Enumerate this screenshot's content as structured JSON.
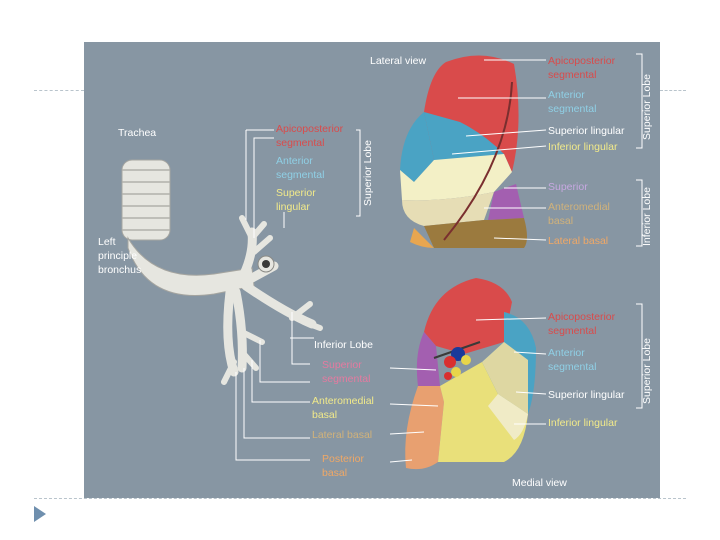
{
  "labels": {
    "trachea": "Trachea",
    "left_bronchus": [
      "Left",
      "principle",
      "bronchus"
    ],
    "lateral_view": "Lateral view",
    "medial_view": "Medial view",
    "superior_lobe": "Superior Lobe",
    "inferior_lobe": "Inferior Lobe",
    "left_group": {
      "apicoposterior": [
        "Apicoposterior",
        "segmental"
      ],
      "anterior": [
        "Anterior",
        "segmental"
      ],
      "superior_lingular": [
        "Superior",
        "lingular"
      ],
      "inferior_lobe_title": "Inferior Lobe",
      "superior_segmental": [
        "Superior",
        "segmental"
      ],
      "anteromedial_basal": [
        "Anteromedial",
        "basal"
      ],
      "lateral_basal": "Lateral basal",
      "posterior_basal": [
        "Posterior",
        "basal"
      ]
    },
    "lateral_group": {
      "apicoposterior": [
        "Apicoposterior",
        "segmental"
      ],
      "anterior": [
        "Anterior",
        "segmental"
      ],
      "superior_lingular": "Superior lingular",
      "inferior_lingular": "Inferior lingular",
      "superior": "Superior",
      "anteromedial_basal": [
        "Anteromedial",
        "basal"
      ],
      "lateral_basal": "Lateral basal"
    },
    "medial_group": {
      "apicoposterior": [
        "Apicoposterior",
        "segmental"
      ],
      "anterior": [
        "Anterior",
        "segmental"
      ],
      "superior_lingular": "Superior lingular",
      "inferior_lingular": "Inferior lingular"
    }
  },
  "colors": {
    "panel_bg": "#8796a3",
    "red": "#d94b4b",
    "blue": "#4aa3c4",
    "yellow": "#e9e07a",
    "purple": "#a35fb0",
    "orange": "#e89a52",
    "brown": "#9b7a3e",
    "cream": "#e6ddb5"
  }
}
